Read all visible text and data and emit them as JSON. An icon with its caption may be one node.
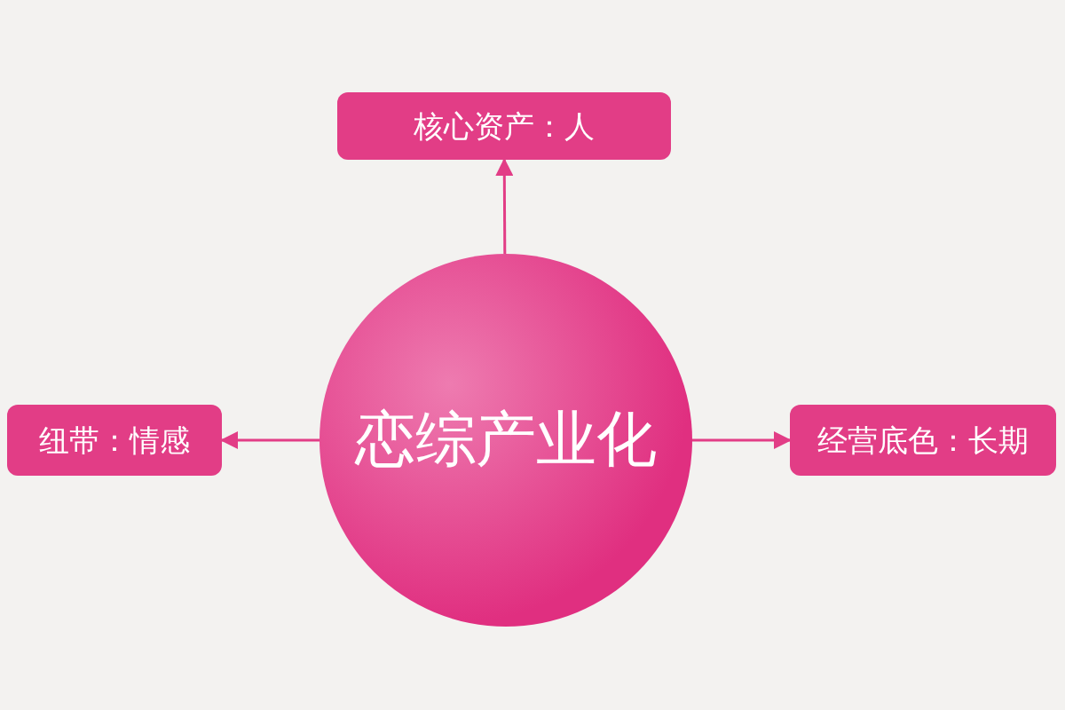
{
  "diagram": {
    "nodes": [
      {
        "text": [
          "核心资产：人"
        ]
      },
      {
        "text": [
          "纽带：情感"
        ]
      },
      {
        "text": [
          "恋综产业化"
        ]
      },
      {
        "text": [
          "经营底色：长期"
        ]
      }
    ],
    "edges": [
      {
        "from": 2,
        "to": 0,
        "arrow": "to"
      },
      {
        "from": 2,
        "to": 1,
        "arrow": "to"
      },
      {
        "from": 2,
        "to": 3,
        "arrow": "to"
      }
    ]
  }
}
